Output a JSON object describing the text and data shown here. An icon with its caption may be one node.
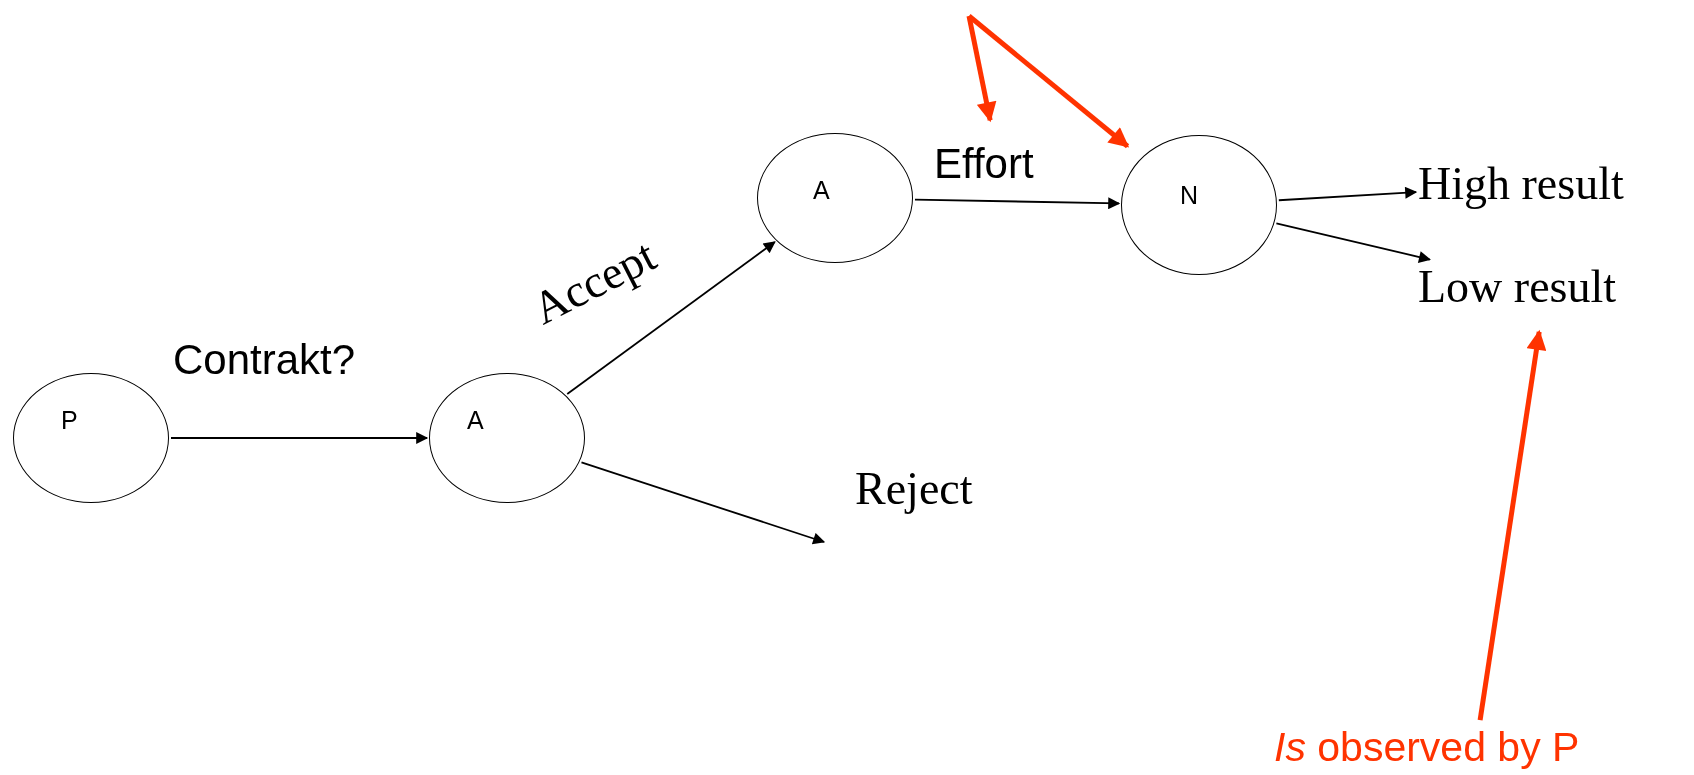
{
  "diagram": {
    "nodes": [
      {
        "text": [
          "P"
        ]
      },
      {
        "text": [
          "A"
        ]
      },
      {
        "text": [
          "A"
        ]
      },
      {
        "text": [
          "N"
        ]
      },
      {
        "text": [
          "High result"
        ]
      },
      {
        "text": [
          "Low result"
        ]
      },
      {
        "text": [
          "Effort"
        ]
      },
      {
        "text": [
          "*Is* observed by P"
        ]
      }
    ],
    "edges": [
      {
        "from": 0,
        "to": 1,
        "arrow": "to",
        "label": "Contrakt?"
      },
      {
        "from": 1,
        "to": 2,
        "arrow": "to",
        "label": "Accept"
      },
      {
        "from": 1,
        "to": null,
        "arrow": "to",
        "label": "Reject"
      },
      {
        "from": 2,
        "to": 3,
        "arrow": "to"
      },
      {
        "from": 3,
        "to": 4,
        "arrow": "to"
      },
      {
        "from": 3,
        "to": 5,
        "arrow": "to"
      },
      {
        "from": null,
        "to": 6,
        "arrow": "to",
        "style": "thick",
        "color": "#ff3300"
      },
      {
        "from": null,
        "to": 3,
        "arrow": "to",
        "style": "thick",
        "color": "#ff3300"
      },
      {
        "from": 7,
        "to": 5,
        "arrow": "to",
        "style": "thick",
        "color": "#ff3300"
      }
    ]
  }
}
